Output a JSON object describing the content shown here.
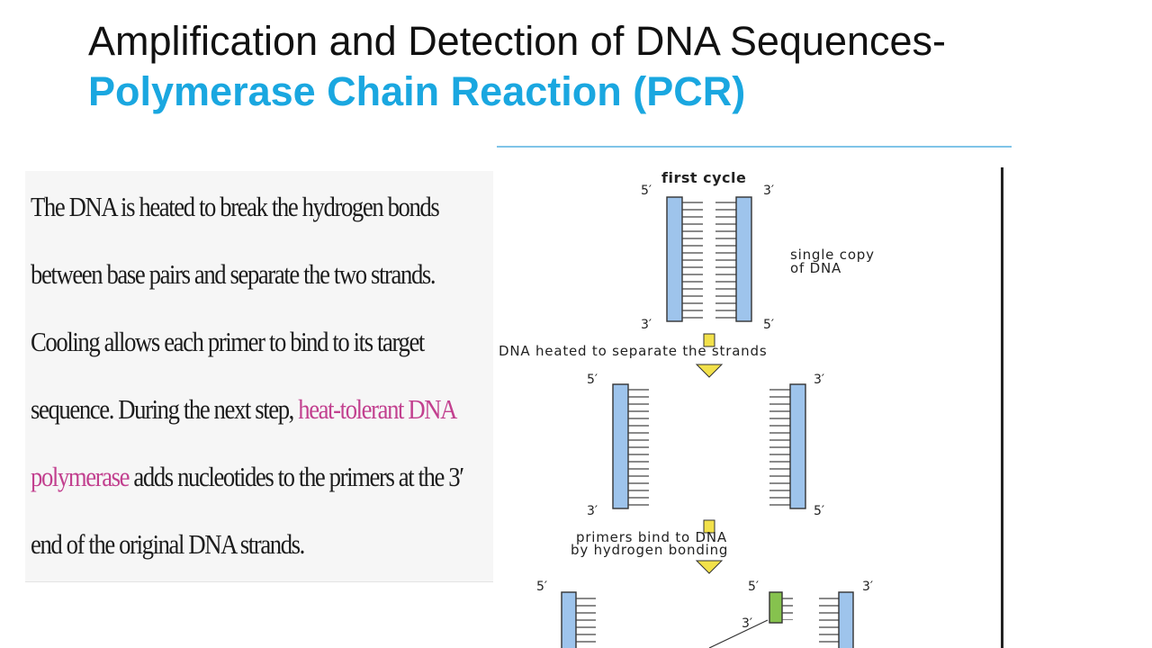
{
  "slide": {
    "title_plain": "Amplification and Detection of DNA Sequences- ",
    "title_accent": "Polymerase Chain Reaction (PCR)",
    "text_lines": [
      "The DNA is heated to break the hydrogen bonds",
      "between base pairs and separate the two strands.",
      "Cooling allows each primer to bind to its target"
    ],
    "text_line4": "sequence. During the next step, ",
    "text_line4_em": "heat-tolerant DNA",
    "text_line5_em": "polymerase",
    "text_line5": " adds nucleotides to the primers at the 3′",
    "text_line6": "end of the original DNA strands."
  },
  "figure": {
    "heading": "first cycle",
    "single_copy_line1": "single copy",
    "single_copy_line2": "of DNA",
    "step_heat": "DNA heated to separate the strands",
    "step_primers_line1": "primers bind to DNA",
    "step_primers_line2": "by hydrogen bonding",
    "end_5": "5′",
    "end_3": "3′",
    "colors": {
      "strand": "#9ec4ec",
      "primer": "#86c24e",
      "arrow": "#f2e14a",
      "accent": "#1aa7e0",
      "highlight": "#c2408f"
    }
  }
}
